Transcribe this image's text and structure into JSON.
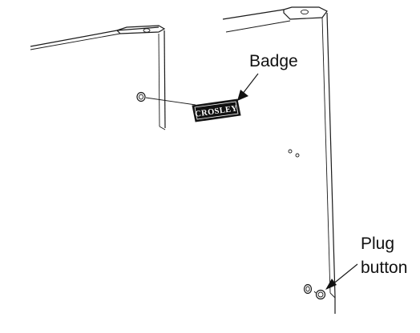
{
  "labels": {
    "badge": "Badge",
    "plug_button_line1": "Plug",
    "plug_button_line2": "button"
  },
  "badge_brand": "CROSLEY",
  "colors": {
    "ink": "#1a1a1a",
    "badge_fill": "#111111",
    "background": "#ffffff"
  }
}
